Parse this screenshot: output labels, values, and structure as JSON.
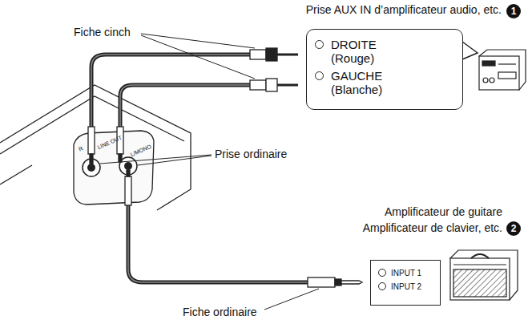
{
  "diagram": {
    "nodes": [
      {
        "text": [
          "DROITE (Rouge)",
          "GAUCHE (Blanche)"
        ]
      },
      {
        "text": [
          "INPUT 1",
          "INPUT 2"
        ]
      }
    ],
    "labels": [
      "Prise AUX IN d’amplificateur audio, etc.",
      "1",
      "Fiche cinch",
      "Prise ordinaire",
      "Amplificateur de guitare",
      "Amplificateur de clavier, etc.",
      "2",
      "Fiche ordinaire",
      "R",
      "LINE OUT",
      "L/MONO"
    ]
  }
}
